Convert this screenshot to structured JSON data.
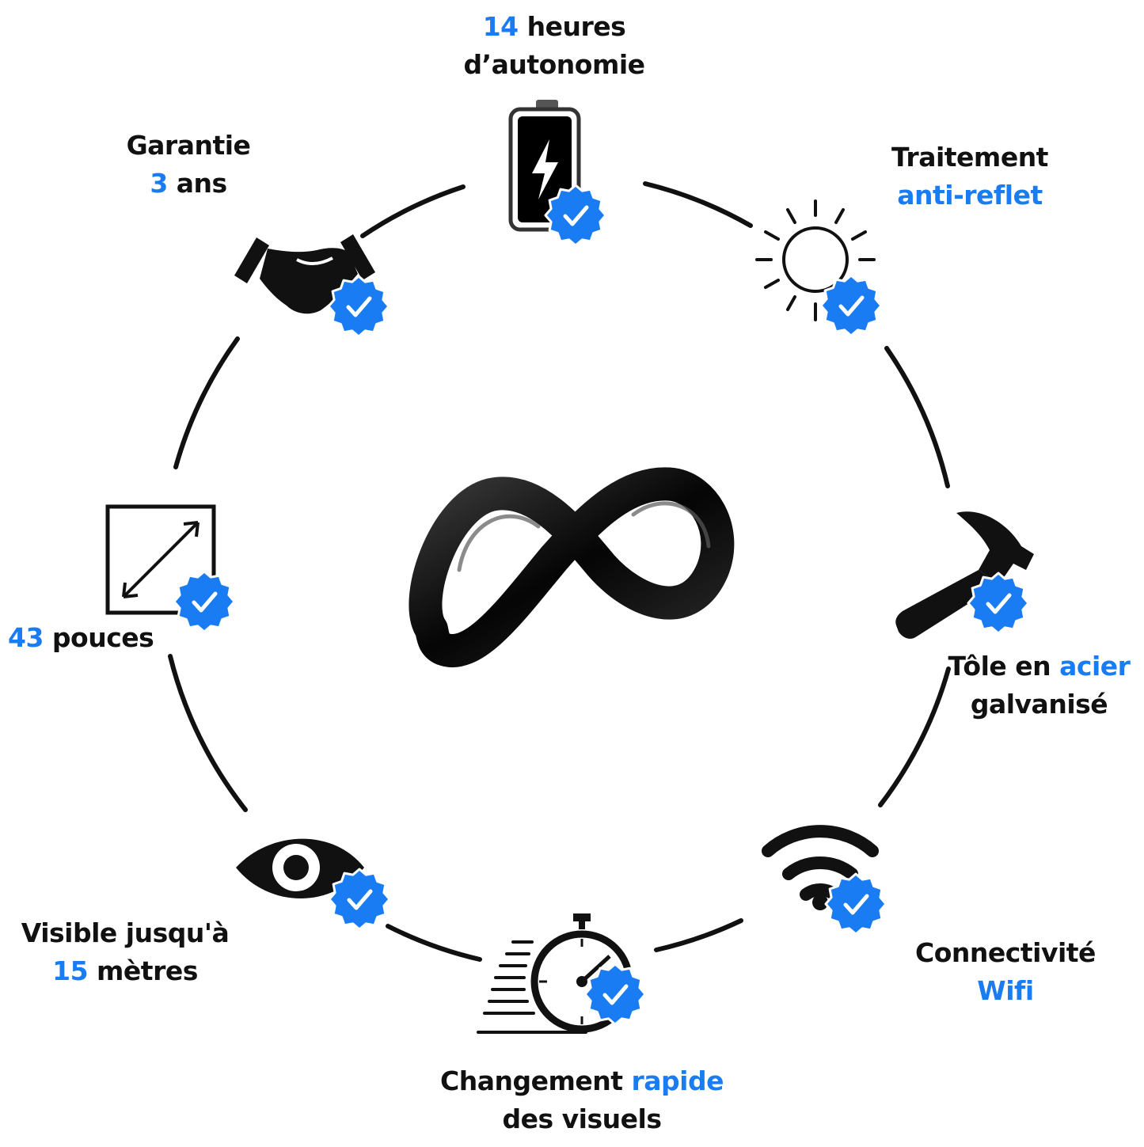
{
  "colors": {
    "accent": "#1a7cf2",
    "text": "#111111",
    "ring": "#111111",
    "badge": "#1a7cf2"
  },
  "center": {
    "icon": "infinity-icon"
  },
  "features": [
    {
      "id": "battery",
      "icon": "battery-icon",
      "lines": [
        [
          {
            "t": "14",
            "a": true
          },
          {
            "t": " heures",
            "a": false
          }
        ],
        [
          {
            "t": "d’autonomie",
            "a": false
          }
        ]
      ]
    },
    {
      "id": "antiglare",
      "icon": "sun-icon",
      "lines": [
        [
          {
            "t": "Traitement",
            "a": false
          }
        ],
        [
          {
            "t": "anti-reflet",
            "a": true
          }
        ]
      ]
    },
    {
      "id": "steel",
      "icon": "hammer-icon",
      "lines": [
        [
          {
            "t": "Tôle en ",
            "a": false
          },
          {
            "t": "acier",
            "a": true
          }
        ],
        [
          {
            "t": "galvanisé",
            "a": false
          }
        ]
      ]
    },
    {
      "id": "wifi",
      "icon": "wifi-icon",
      "lines": [
        [
          {
            "t": "Connectivité",
            "a": false
          }
        ],
        [
          {
            "t": "Wifi",
            "a": true
          }
        ]
      ]
    },
    {
      "id": "speed",
      "icon": "stopwatch-icon",
      "lines": [
        [
          {
            "t": "Changement ",
            "a": false
          },
          {
            "t": "rapide",
            "a": true
          }
        ],
        [
          {
            "t": "des visuels",
            "a": false
          }
        ]
      ]
    },
    {
      "id": "visible",
      "icon": "eye-icon",
      "lines": [
        [
          {
            "t": "Visible jusqu'à",
            "a": false
          }
        ],
        [
          {
            "t": "15",
            "a": true
          },
          {
            "t": " mètres",
            "a": false
          }
        ]
      ]
    },
    {
      "id": "size",
      "icon": "resize-icon",
      "lines": [
        [
          {
            "t": "43",
            "a": true
          },
          {
            "t": " pouces",
            "a": false
          }
        ]
      ]
    },
    {
      "id": "warranty",
      "icon": "handshake-icon",
      "lines": [
        [
          {
            "t": "Garantie",
            "a": false
          }
        ],
        [
          {
            "t": "3",
            "a": true
          },
          {
            "t": " ans",
            "a": false
          }
        ]
      ]
    }
  ]
}
